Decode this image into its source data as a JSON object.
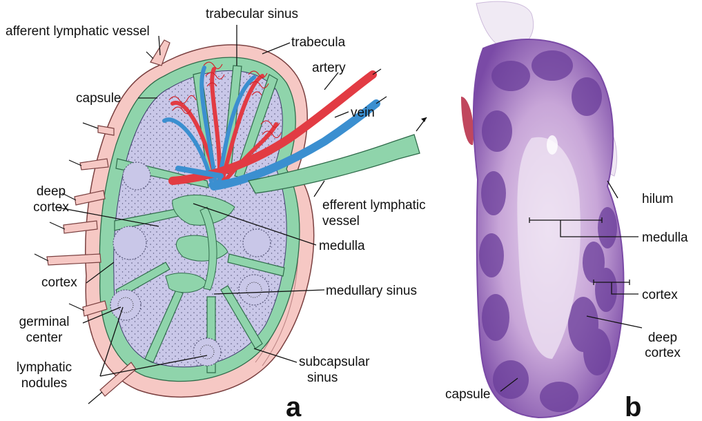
{
  "colors": {
    "capsule": "#f6c8c4",
    "sinus": "#8fd4ab",
    "parenchyma": "#c9c7e8",
    "artery": "#e23b43",
    "vein": "#3b8fd0",
    "histology_light": "#c8a6d8",
    "histology_dark": "#6a3d9a"
  },
  "panel_a": {
    "letter": "a",
    "labels": {
      "trabecular_sinus": "trabecular sinus",
      "afferent_lymphatic_vessel": "afferent lymphatic vessel",
      "trabecula": "trabecula",
      "artery": "artery",
      "capsule": "capsule",
      "vein": "vein",
      "deep_cortex_1": "deep",
      "deep_cortex_2": "cortex",
      "efferent_1": "efferent lymphatic",
      "efferent_2": "vessel",
      "medulla": "medulla",
      "cortex": "cortex",
      "medullary_sinus": "medullary sinus",
      "germinal_1": "germinal",
      "germinal_2": "center",
      "lymphatic_nodules_1": "lymphatic",
      "lymphatic_nodules_2": "nodules",
      "subcapsular_1": "subcapsular",
      "subcapsular_2": "sinus"
    }
  },
  "panel_b": {
    "letter": "b",
    "labels": {
      "hilum": "hilum",
      "medulla": "medulla",
      "cortex": "cortex",
      "deep_cortex_1": "deep",
      "deep_cortex_2": "cortex",
      "capsule": "capsule"
    }
  }
}
